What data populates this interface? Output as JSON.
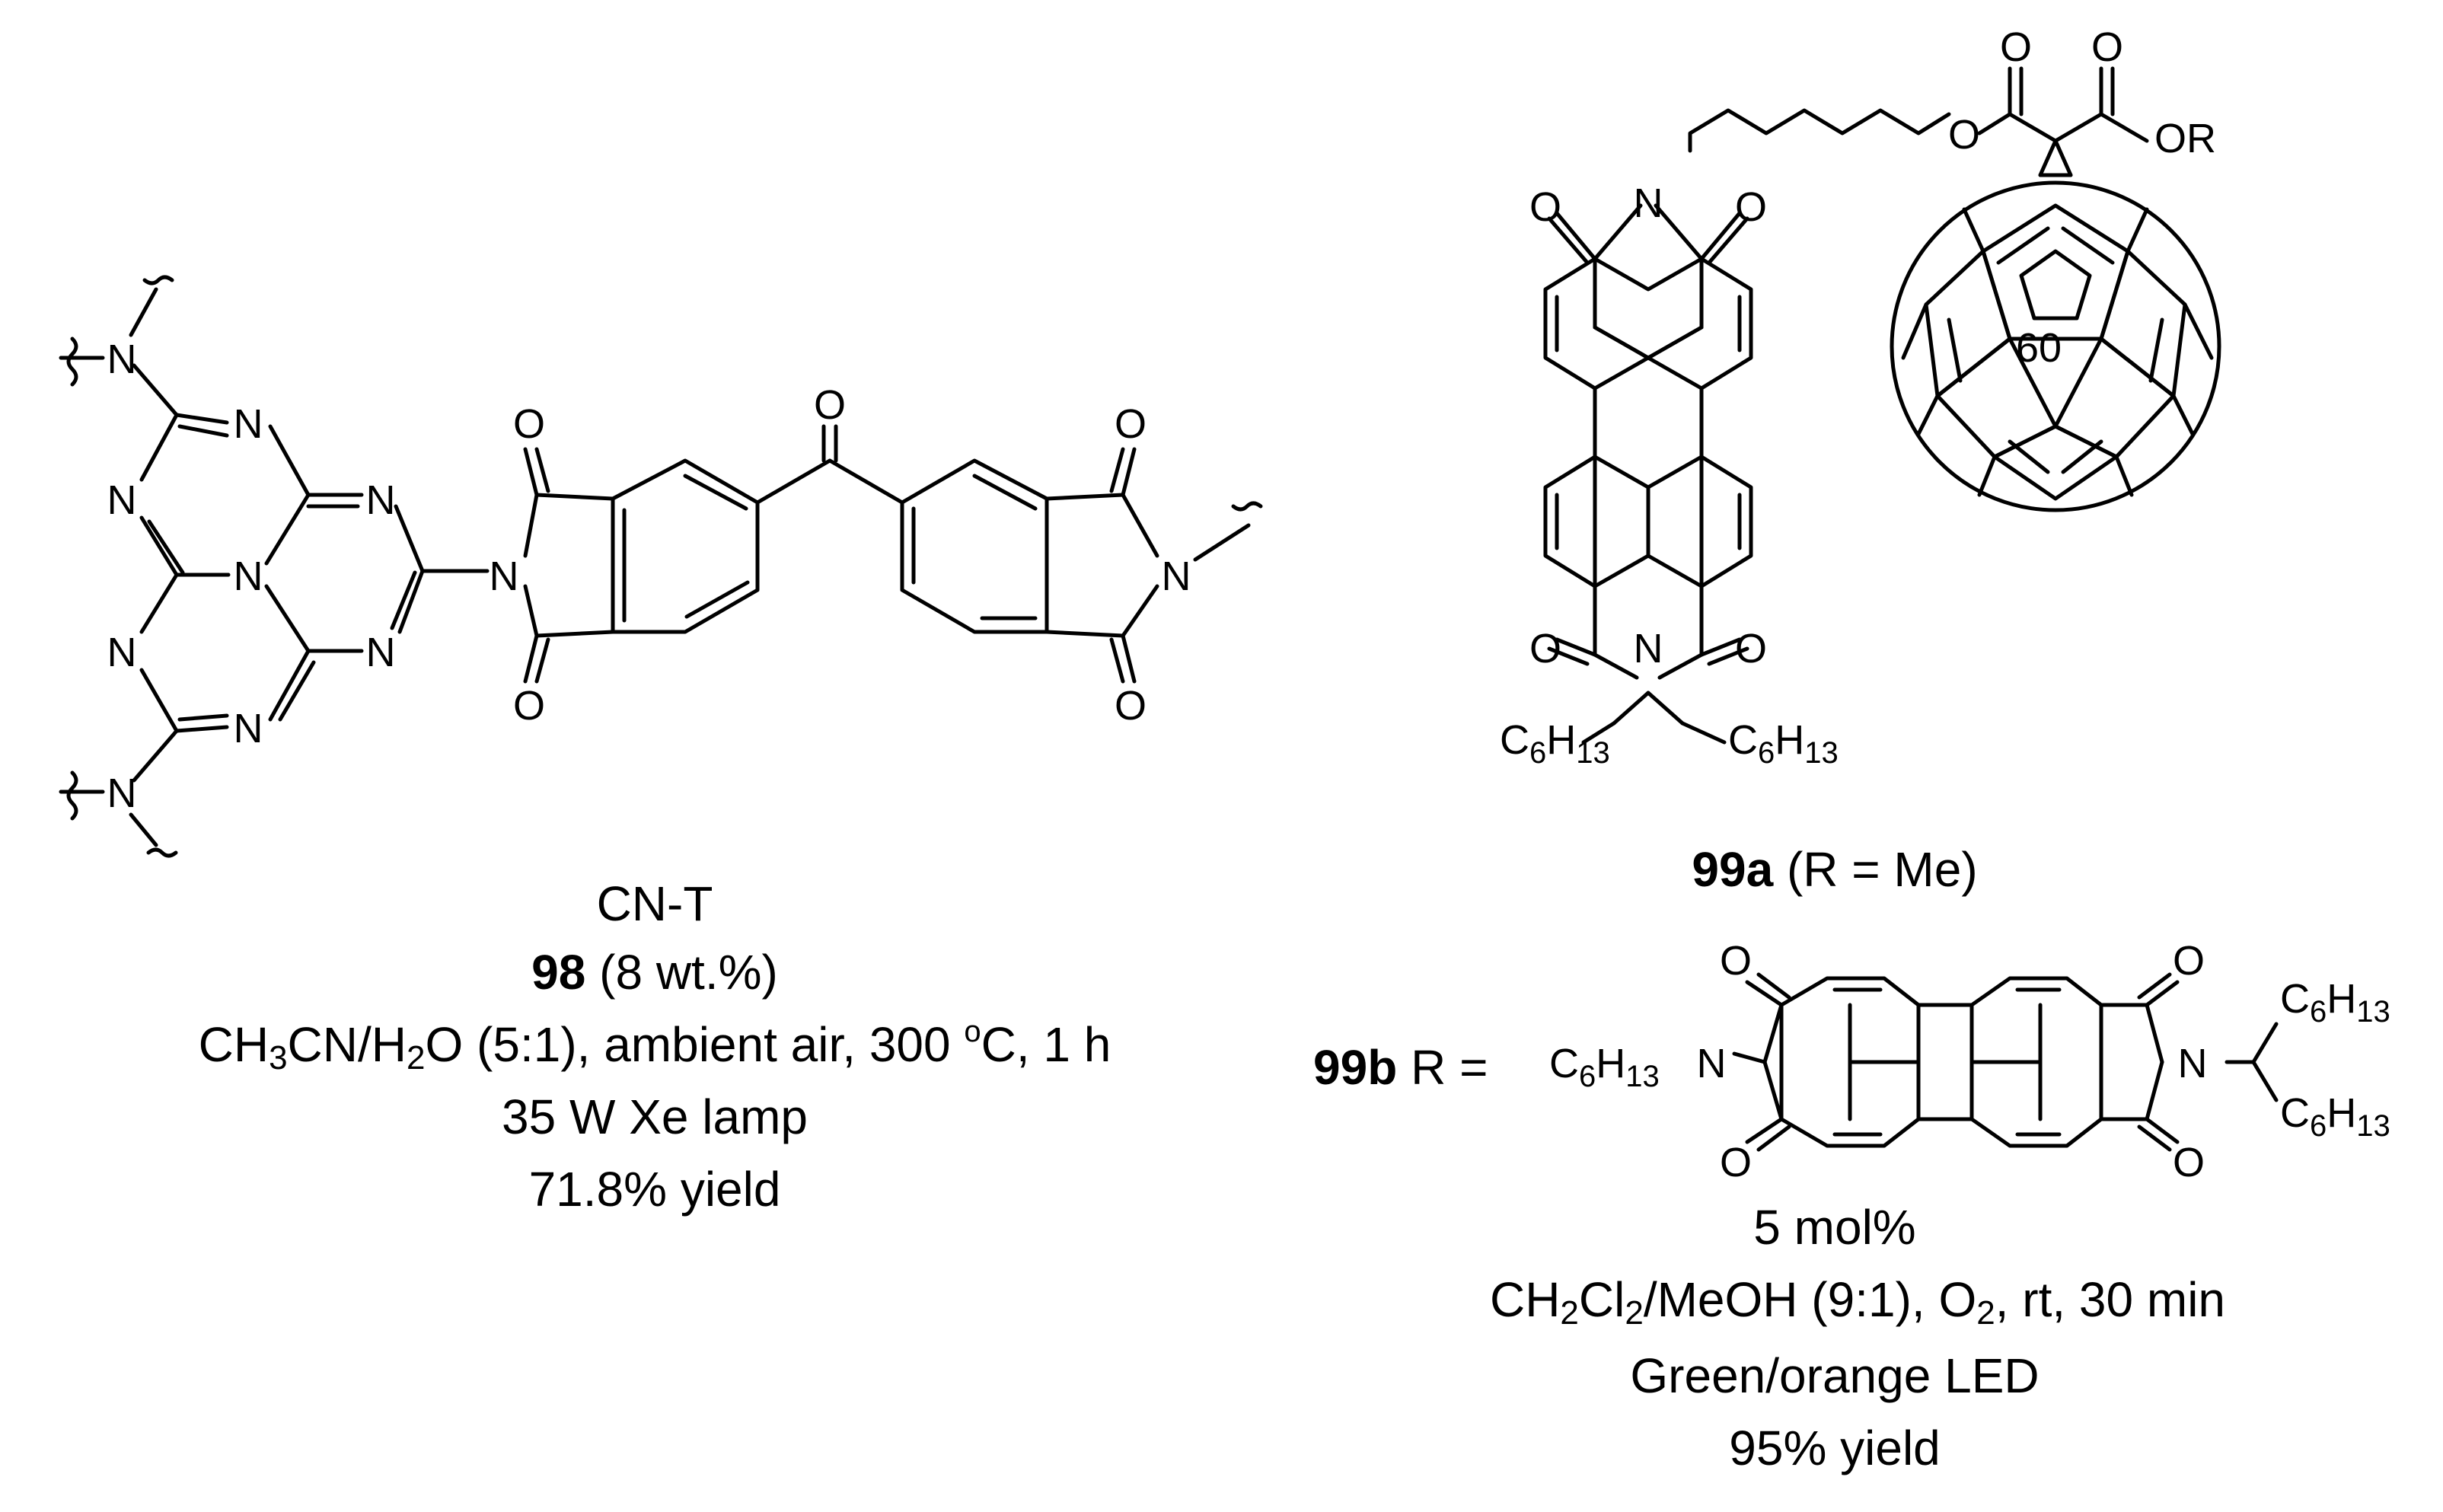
{
  "left": {
    "name": "CN-T",
    "compound_number": "98",
    "loading": "(8 wt.%)",
    "conditions": {
      "solvent_a": "CH",
      "sub_3": "3",
      "solvent_b": "CN/H",
      "sub_2": "2",
      "rest_a": "O (5:1), ambient air, 300 ",
      "degree_sign": "o",
      "rest_b": "C, 1 h"
    },
    "light_source": "35 W Xe lamp",
    "yield": "71.8% yield"
  },
  "right": {
    "compound_a_number": "99a",
    "compound_a_note": "(R = Me)",
    "compound_b_number": "99b",
    "compound_b_note": "R =",
    "fullerene_label": "60",
    "r_group_label": "OR",
    "loading": "5 mol%",
    "conditions": {
      "p1": "CH",
      "s1": "2",
      "p2": "Cl",
      "s2": "2",
      "p3": "/MeOH (9:1), O",
      "s3": "2",
      "p4": ", rt, 30 min"
    },
    "light_source": "Green/orange LED",
    "yield": "95% yield"
  },
  "atoms": {
    "nitrogen": "N",
    "oxygen": "O",
    "carbon": "C",
    "hydrogen": "H",
    "hexyl_c": "6",
    "hexyl_h": "13"
  }
}
